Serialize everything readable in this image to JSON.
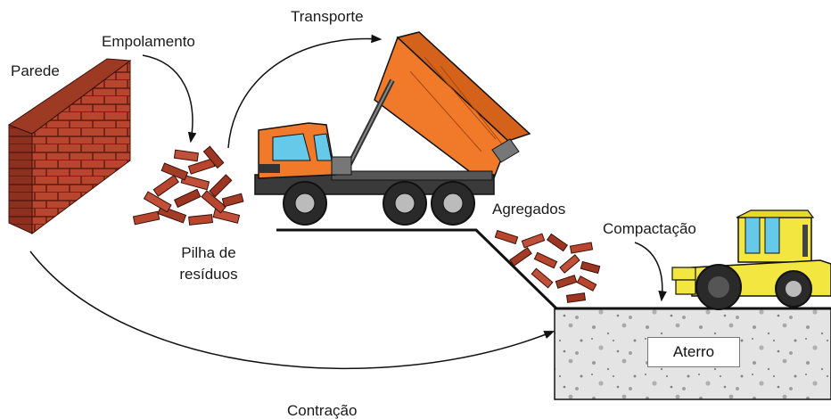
{
  "labels": {
    "parede": "Parede",
    "empolamento": "Empolamento",
    "transporte": "Transporte",
    "pilha_line1": "Pilha de",
    "pilha_line2": "resíduos",
    "agregados": "Agregados",
    "compactacao": "Compactação",
    "aterro": "Aterro",
    "contracao": "Contração"
  },
  "colors": {
    "brick": "#b8452e",
    "brick_dark": "#7a2a1a",
    "truck_orange": "#f07a2a",
    "truck_dark": "#3a3a3a",
    "roller_yellow": "#f4e640",
    "ground": "#e6e6e6",
    "outline": "#111111"
  }
}
